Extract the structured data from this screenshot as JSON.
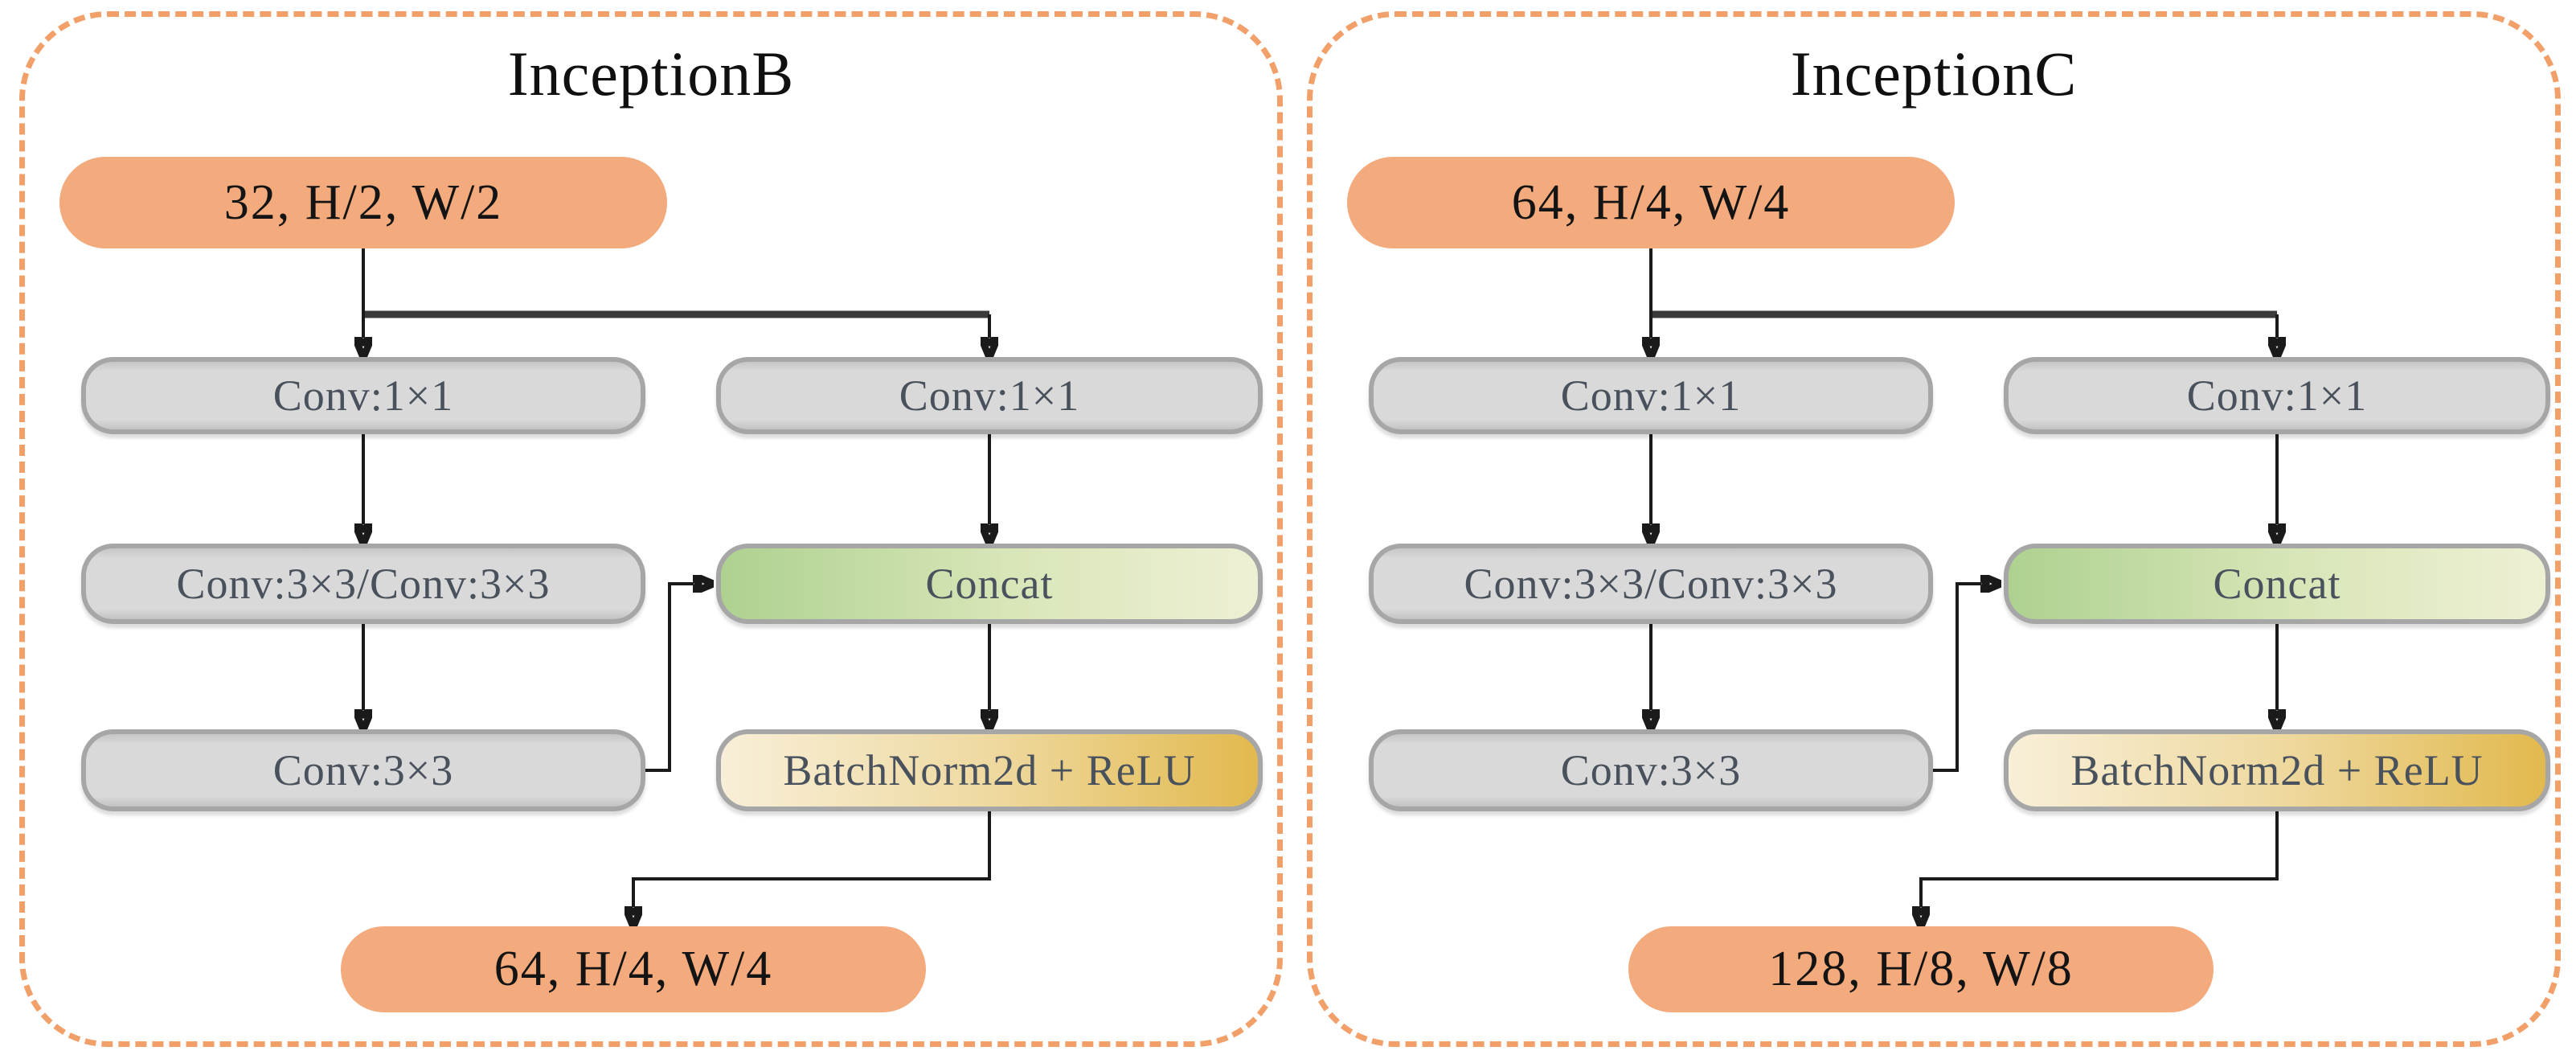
{
  "figure": {
    "type": "neural-network-block-diagram",
    "panels": [
      {
        "title": "InceptionB",
        "input_label": "32, H/2, W/2",
        "conv1x1_left": "Conv:1×1",
        "conv1x1_right": "Conv:1×1",
        "conv33_double": "Conv:3×3/Conv:3×3",
        "conv33": "Conv:3×3",
        "concat": "Concat",
        "batchnorm_relu": "BatchNorm2d + ReLU",
        "output_label": "64, H/4, W/4"
      },
      {
        "title": "InceptionC",
        "input_label": "64, H/4, W/4",
        "conv1x1_left": "Conv:1×1",
        "conv1x1_right": "Conv:1×1",
        "conv33_double": "Conv:3×3/Conv:3×3",
        "conv33": "Conv:3×3",
        "concat": "Concat",
        "batchnorm_relu": "BatchNorm2d + ReLU",
        "output_label": "128, H/8, W/8"
      }
    ],
    "topology": [
      "input -> conv1x1_left",
      "input -> conv1x1_right",
      "conv1x1_left -> conv33_double",
      "conv33_double -> conv33",
      "conv33 -> concat",
      "conv1x1_right -> concat",
      "concat -> batchnorm_relu",
      "batchnorm_relu -> output"
    ]
  },
  "colors": {
    "panel-border": "#F2A06A",
    "pill-fill": "#F3AA7D",
    "node-fill": "#D9D9D9",
    "node-border": "#A6A6A6",
    "node-text": "#49525C",
    "concat-start": "#AED190",
    "concat-end": "#EEF0D4",
    "bn-start": "#F8EFD8",
    "bn-end": "#E2B94E",
    "arrow": "#1A1A1A"
  }
}
